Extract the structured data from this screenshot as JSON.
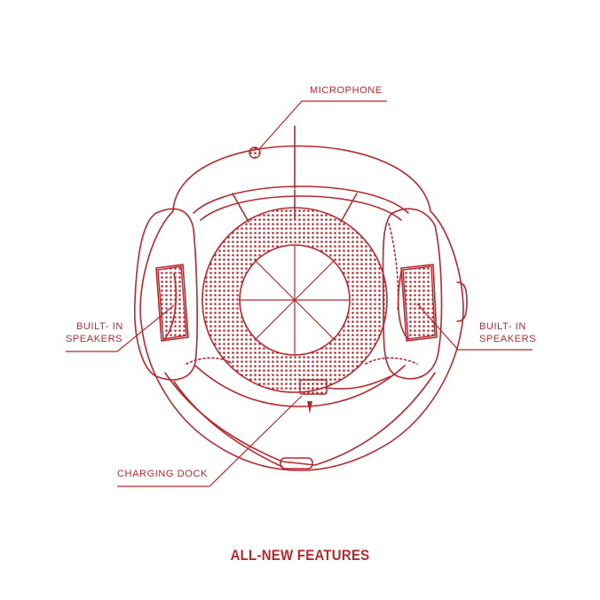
{
  "labels": {
    "microphone": "MICROPHONE",
    "left_speakers_line1": "BUILT- IN",
    "left_speakers_line2": "SPEAKERS",
    "right_speakers_line1": "BUILT- IN",
    "right_speakers_line2": "SPEAKERS",
    "charging_dock": "CHARGING DOCK"
  },
  "title": "ALL-NEW FEATURES",
  "colors": {
    "line": "#b5292f",
    "background": "#ffffff"
  }
}
